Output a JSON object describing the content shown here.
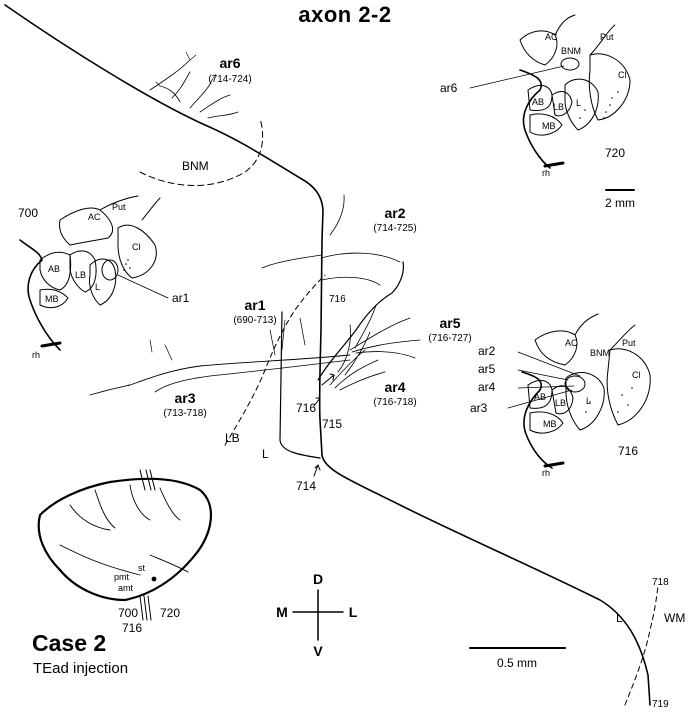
{
  "title": "axon 2-2",
  "case_label": "Case 2",
  "injection_label": "TEad injection",
  "arbors": [
    {
      "label": "ar6",
      "range": "(714-724)"
    },
    {
      "label": "ar2",
      "range": "(714-725)"
    },
    {
      "label": "ar1",
      "range": "(690-713)"
    },
    {
      "label": "ar5",
      "range": "(716-727)"
    },
    {
      "label": "ar3",
      "range": "(713-718)"
    },
    {
      "label": "ar4",
      "range": "(716-718)"
    }
  ],
  "main_labels": {
    "bnm": "BNM",
    "lb": "LB",
    "l": "L",
    "s716a": "716",
    "s716b": "716",
    "s715": "715",
    "s714": "714",
    "s718": "718",
    "s719": "719",
    "wm": "WM",
    "wm_l": "L"
  },
  "scale_main": "0.5 mm",
  "scale_inset": "2 mm",
  "orientation": {
    "d": "D",
    "v": "V",
    "m": "M",
    "l": "L"
  },
  "inset_700": {
    "section": "700",
    "labels": {
      "ac": "AC",
      "put": "Put",
      "cl": "Cl",
      "ab": "AB",
      "lb": "LB",
      "mb": "MB",
      "l": "L",
      "rh": "rh"
    },
    "pointers": [
      "ar1"
    ]
  },
  "inset_720": {
    "section": "720",
    "labels": {
      "ac": "AC",
      "put": "Put",
      "bnm": "BNM",
      "cl": "Cl",
      "ab": "AB",
      "lb": "LB",
      "mb": "MB",
      "l": "L",
      "rh": "rh"
    },
    "pointers": [
      "ar6"
    ]
  },
  "inset_716": {
    "section": "716",
    "labels": {
      "ac": "AC",
      "put": "Put",
      "bnm": "BNM",
      "cl": "Cl",
      "ab": "AB",
      "lb": "LB",
      "mb": "MB",
      "l": "L",
      "rh": "rh"
    },
    "pointers": [
      "ar2",
      "ar5",
      "ar4",
      "ar3"
    ]
  },
  "brain": {
    "st": "st",
    "pmt": "pmt",
    "amt": "amt",
    "s700": "700",
    "s716": "716",
    "s720": "720"
  }
}
